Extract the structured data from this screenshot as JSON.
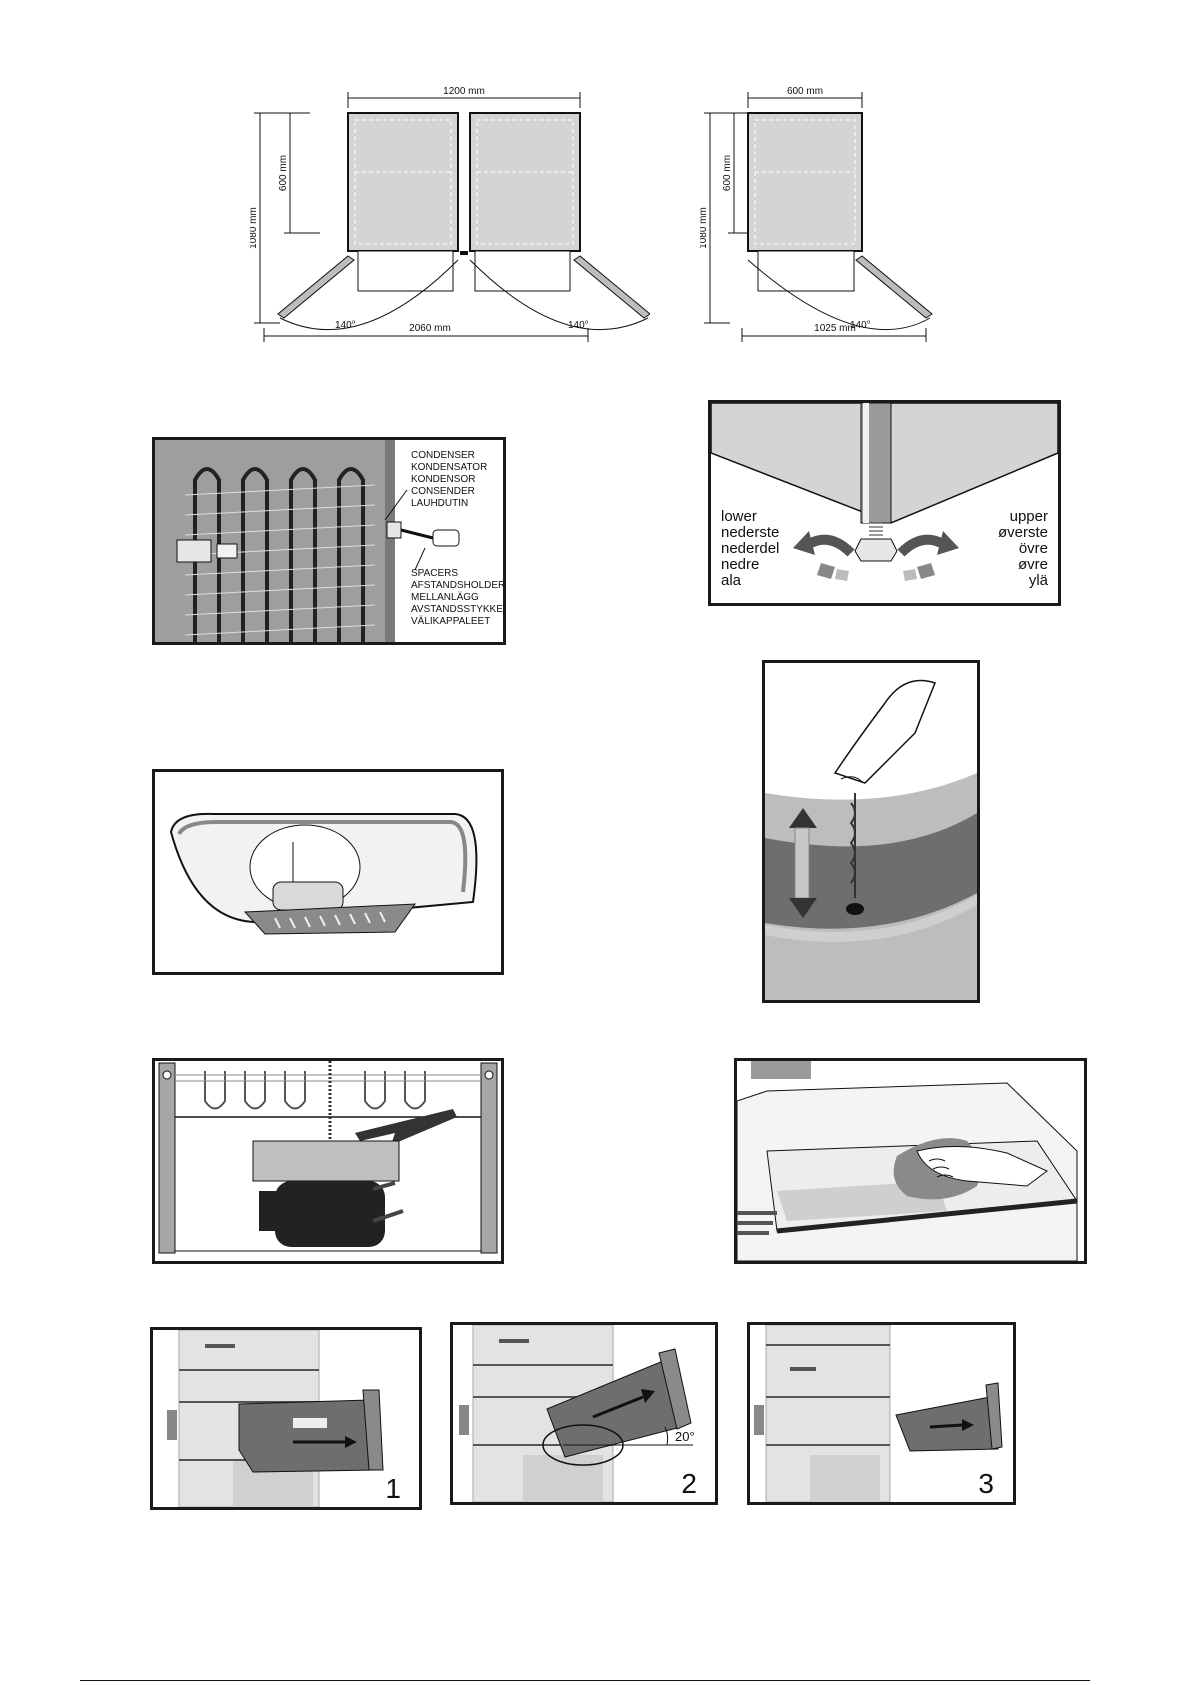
{
  "dims_double": {
    "width_top": "1200 mm",
    "depth": "600 mm",
    "total_depth": "1080 mm",
    "angle_left": "140°",
    "angle_right": "140°",
    "width_open": "2060 mm"
  },
  "dims_single": {
    "width_top": "600 mm",
    "depth": "600 mm",
    "total_depth": "1080 mm",
    "angle": "140°",
    "width_open": "1025 mm"
  },
  "condenser": {
    "condenser_labels": [
      "CONDENSER",
      "KONDENSATOR",
      "KONDENSOR",
      "CONSENDER",
      "LAUHDUTIN"
    ],
    "spacer_labels": [
      "SPACERS",
      "AFSTANDSHOLDERE",
      "MELLANLÄGG",
      "AVSTANDSSTYKKER",
      "VÄLIKAPPALEET"
    ]
  },
  "feet": {
    "lower_labels": [
      "lower",
      "nederste",
      "nederdel",
      "nedre",
      "ala"
    ],
    "upper_labels": [
      "upper",
      "øverste",
      "övre",
      "øvre",
      "ylä"
    ]
  },
  "drawer_steps": {
    "step1": "1",
    "step2": "2",
    "step3": "3",
    "angle": "20°"
  },
  "colors": {
    "line": "#1a1a1a",
    "gray_light": "#d9d9d9",
    "gray_mid": "#a6a6a6",
    "gray_dark": "#595959"
  }
}
